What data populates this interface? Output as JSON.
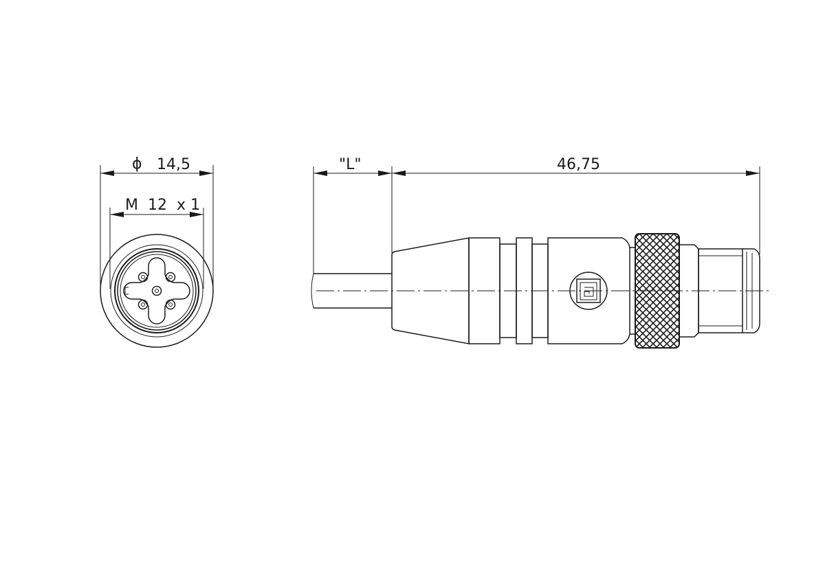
{
  "front_view": {
    "outer_diameter_label": "14,5",
    "diameter_symbol": "ϕ",
    "thread_label": "M  12  x 1"
  },
  "side_view": {
    "cable_length_label": "\"L\"",
    "connector_length_label": "46,75"
  },
  "logo": {
    "icon": "manufacturer-logo-icon"
  }
}
